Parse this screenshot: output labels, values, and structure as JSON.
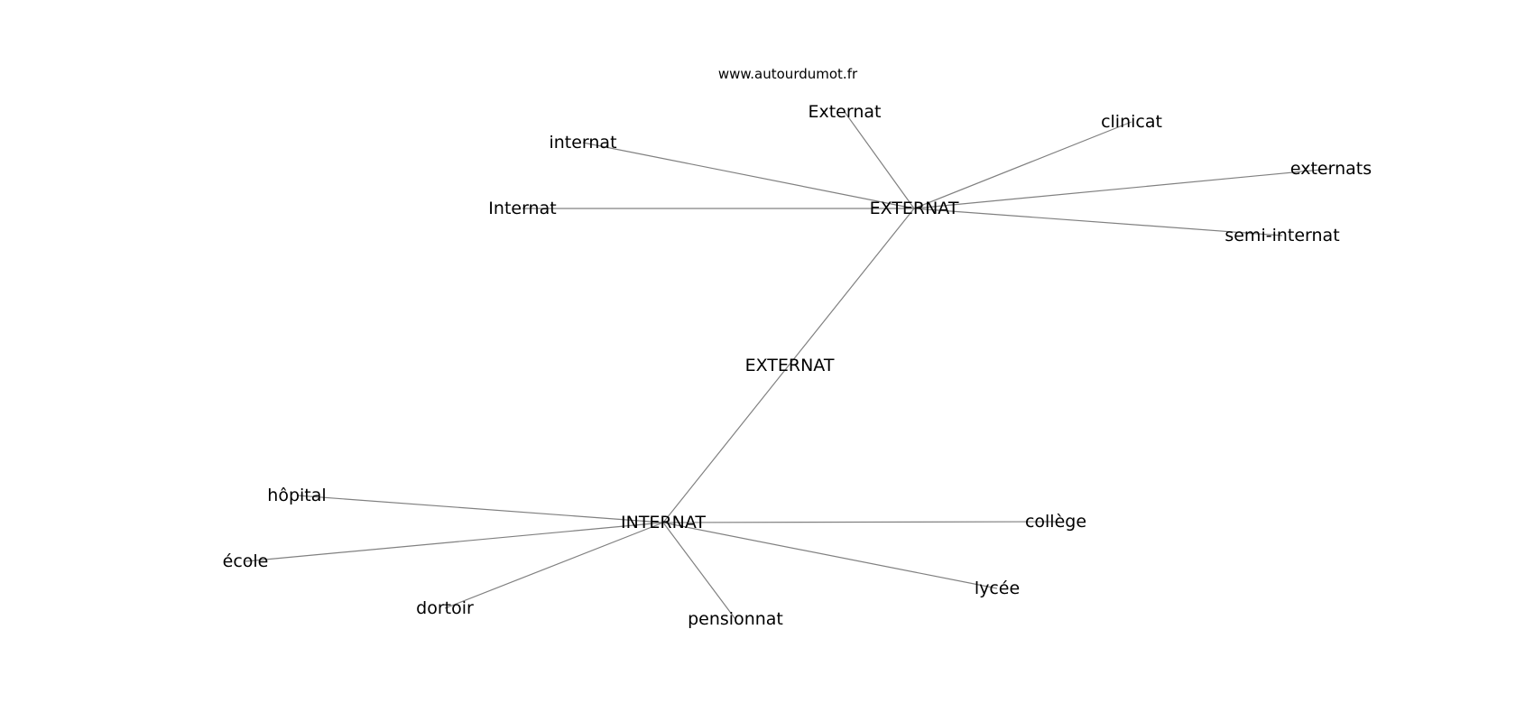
{
  "watermark": "www.autourdumot.fr",
  "graph": {
    "nodes": [
      {
        "id": "externat_hub",
        "label": "EXTERNAT"
      },
      {
        "id": "internat_hub",
        "label": "INTERNAT"
      },
      {
        "id": "Externat",
        "label": "Externat"
      },
      {
        "id": "clinicat",
        "label": "clinicat"
      },
      {
        "id": "internat",
        "label": "internat"
      },
      {
        "id": "externats",
        "label": "externats"
      },
      {
        "id": "Internat",
        "label": "Internat"
      },
      {
        "id": "semi_internat",
        "label": "semi-internat"
      },
      {
        "id": "hopital",
        "label": "hôpital"
      },
      {
        "id": "college",
        "label": "collège"
      },
      {
        "id": "ecole",
        "label": "école"
      },
      {
        "id": "lycee",
        "label": "lycée"
      },
      {
        "id": "dortoir",
        "label": "dortoir"
      },
      {
        "id": "pensionnat",
        "label": "pensionnat"
      }
    ],
    "edges": [
      {
        "from": "externat_hub",
        "to": "Externat"
      },
      {
        "from": "externat_hub",
        "to": "clinicat"
      },
      {
        "from": "externat_hub",
        "to": "internat"
      },
      {
        "from": "externat_hub",
        "to": "externats"
      },
      {
        "from": "externat_hub",
        "to": "Internat"
      },
      {
        "from": "externat_hub",
        "to": "semi_internat"
      },
      {
        "from": "externat_hub",
        "to": "internat_hub",
        "label": "EXTERNAT"
      },
      {
        "from": "internat_hub",
        "to": "hopital"
      },
      {
        "from": "internat_hub",
        "to": "college"
      },
      {
        "from": "internat_hub",
        "to": "ecole"
      },
      {
        "from": "internat_hub",
        "to": "lycee"
      },
      {
        "from": "internat_hub",
        "to": "dortoir"
      },
      {
        "from": "internat_hub",
        "to": "pensionnat"
      }
    ]
  }
}
